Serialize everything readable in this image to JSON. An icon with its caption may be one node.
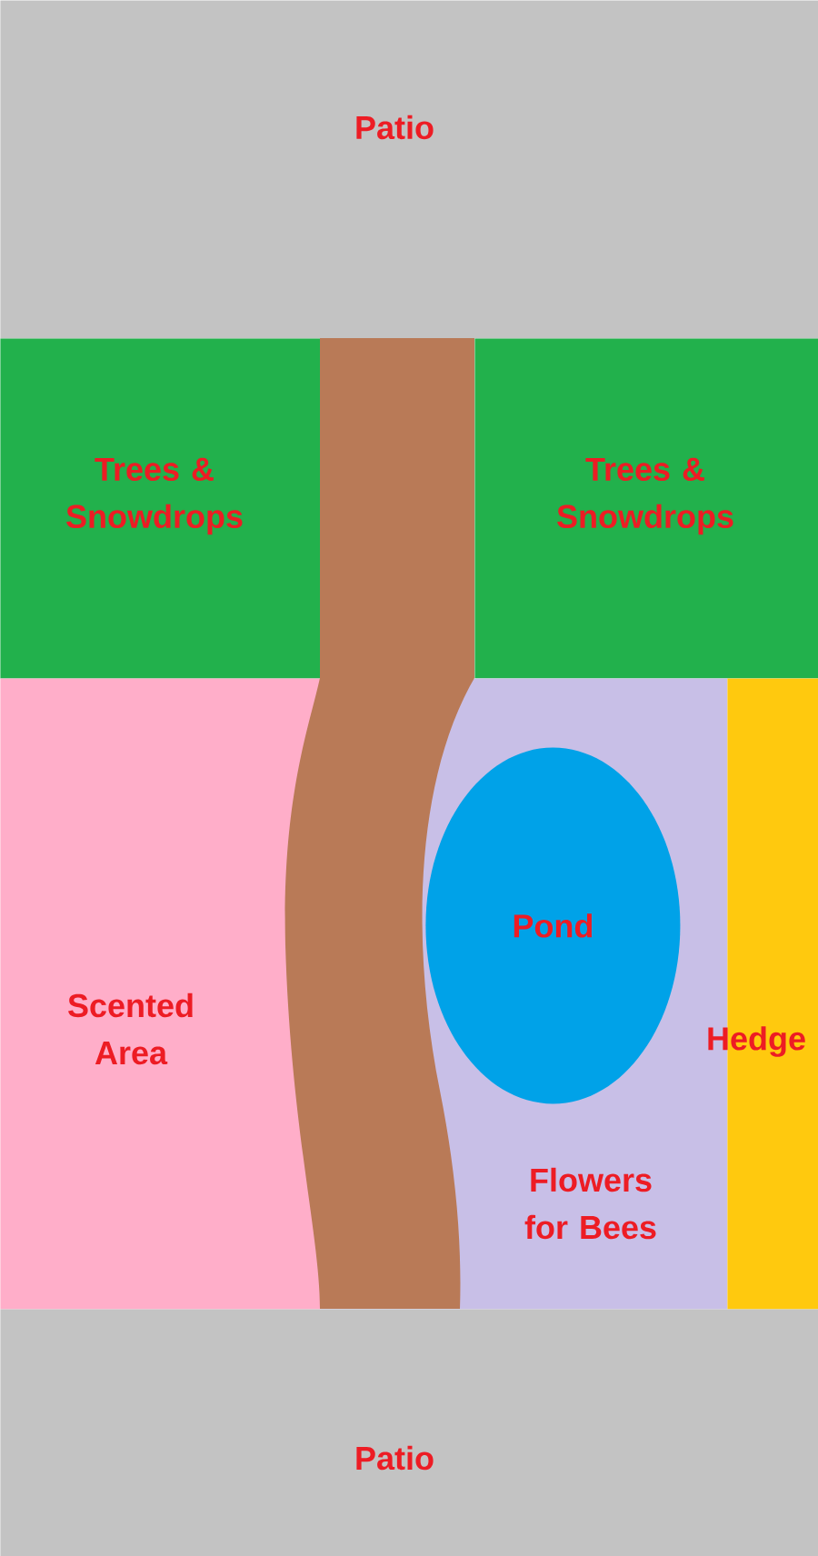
{
  "diagram": {
    "nodes": [
      {
        "text": [
          "Patio"
        ]
      },
      {
        "text": [
          "Trees & Snowdrops"
        ]
      },
      {
        "text": [],
        "shape": "path"
      },
      {
        "text": [
          "Trees & Snowdrops"
        ]
      },
      {
        "text": [
          "Scented Area"
        ]
      },
      {
        "text": [
          "Flowers for Bees"
        ]
      },
      {
        "text": [
          "Pond"
        ],
        "in": 5
      },
      {
        "text": [
          "Hedge"
        ]
      },
      {
        "text": [
          "Patio"
        ]
      }
    ]
  }
}
